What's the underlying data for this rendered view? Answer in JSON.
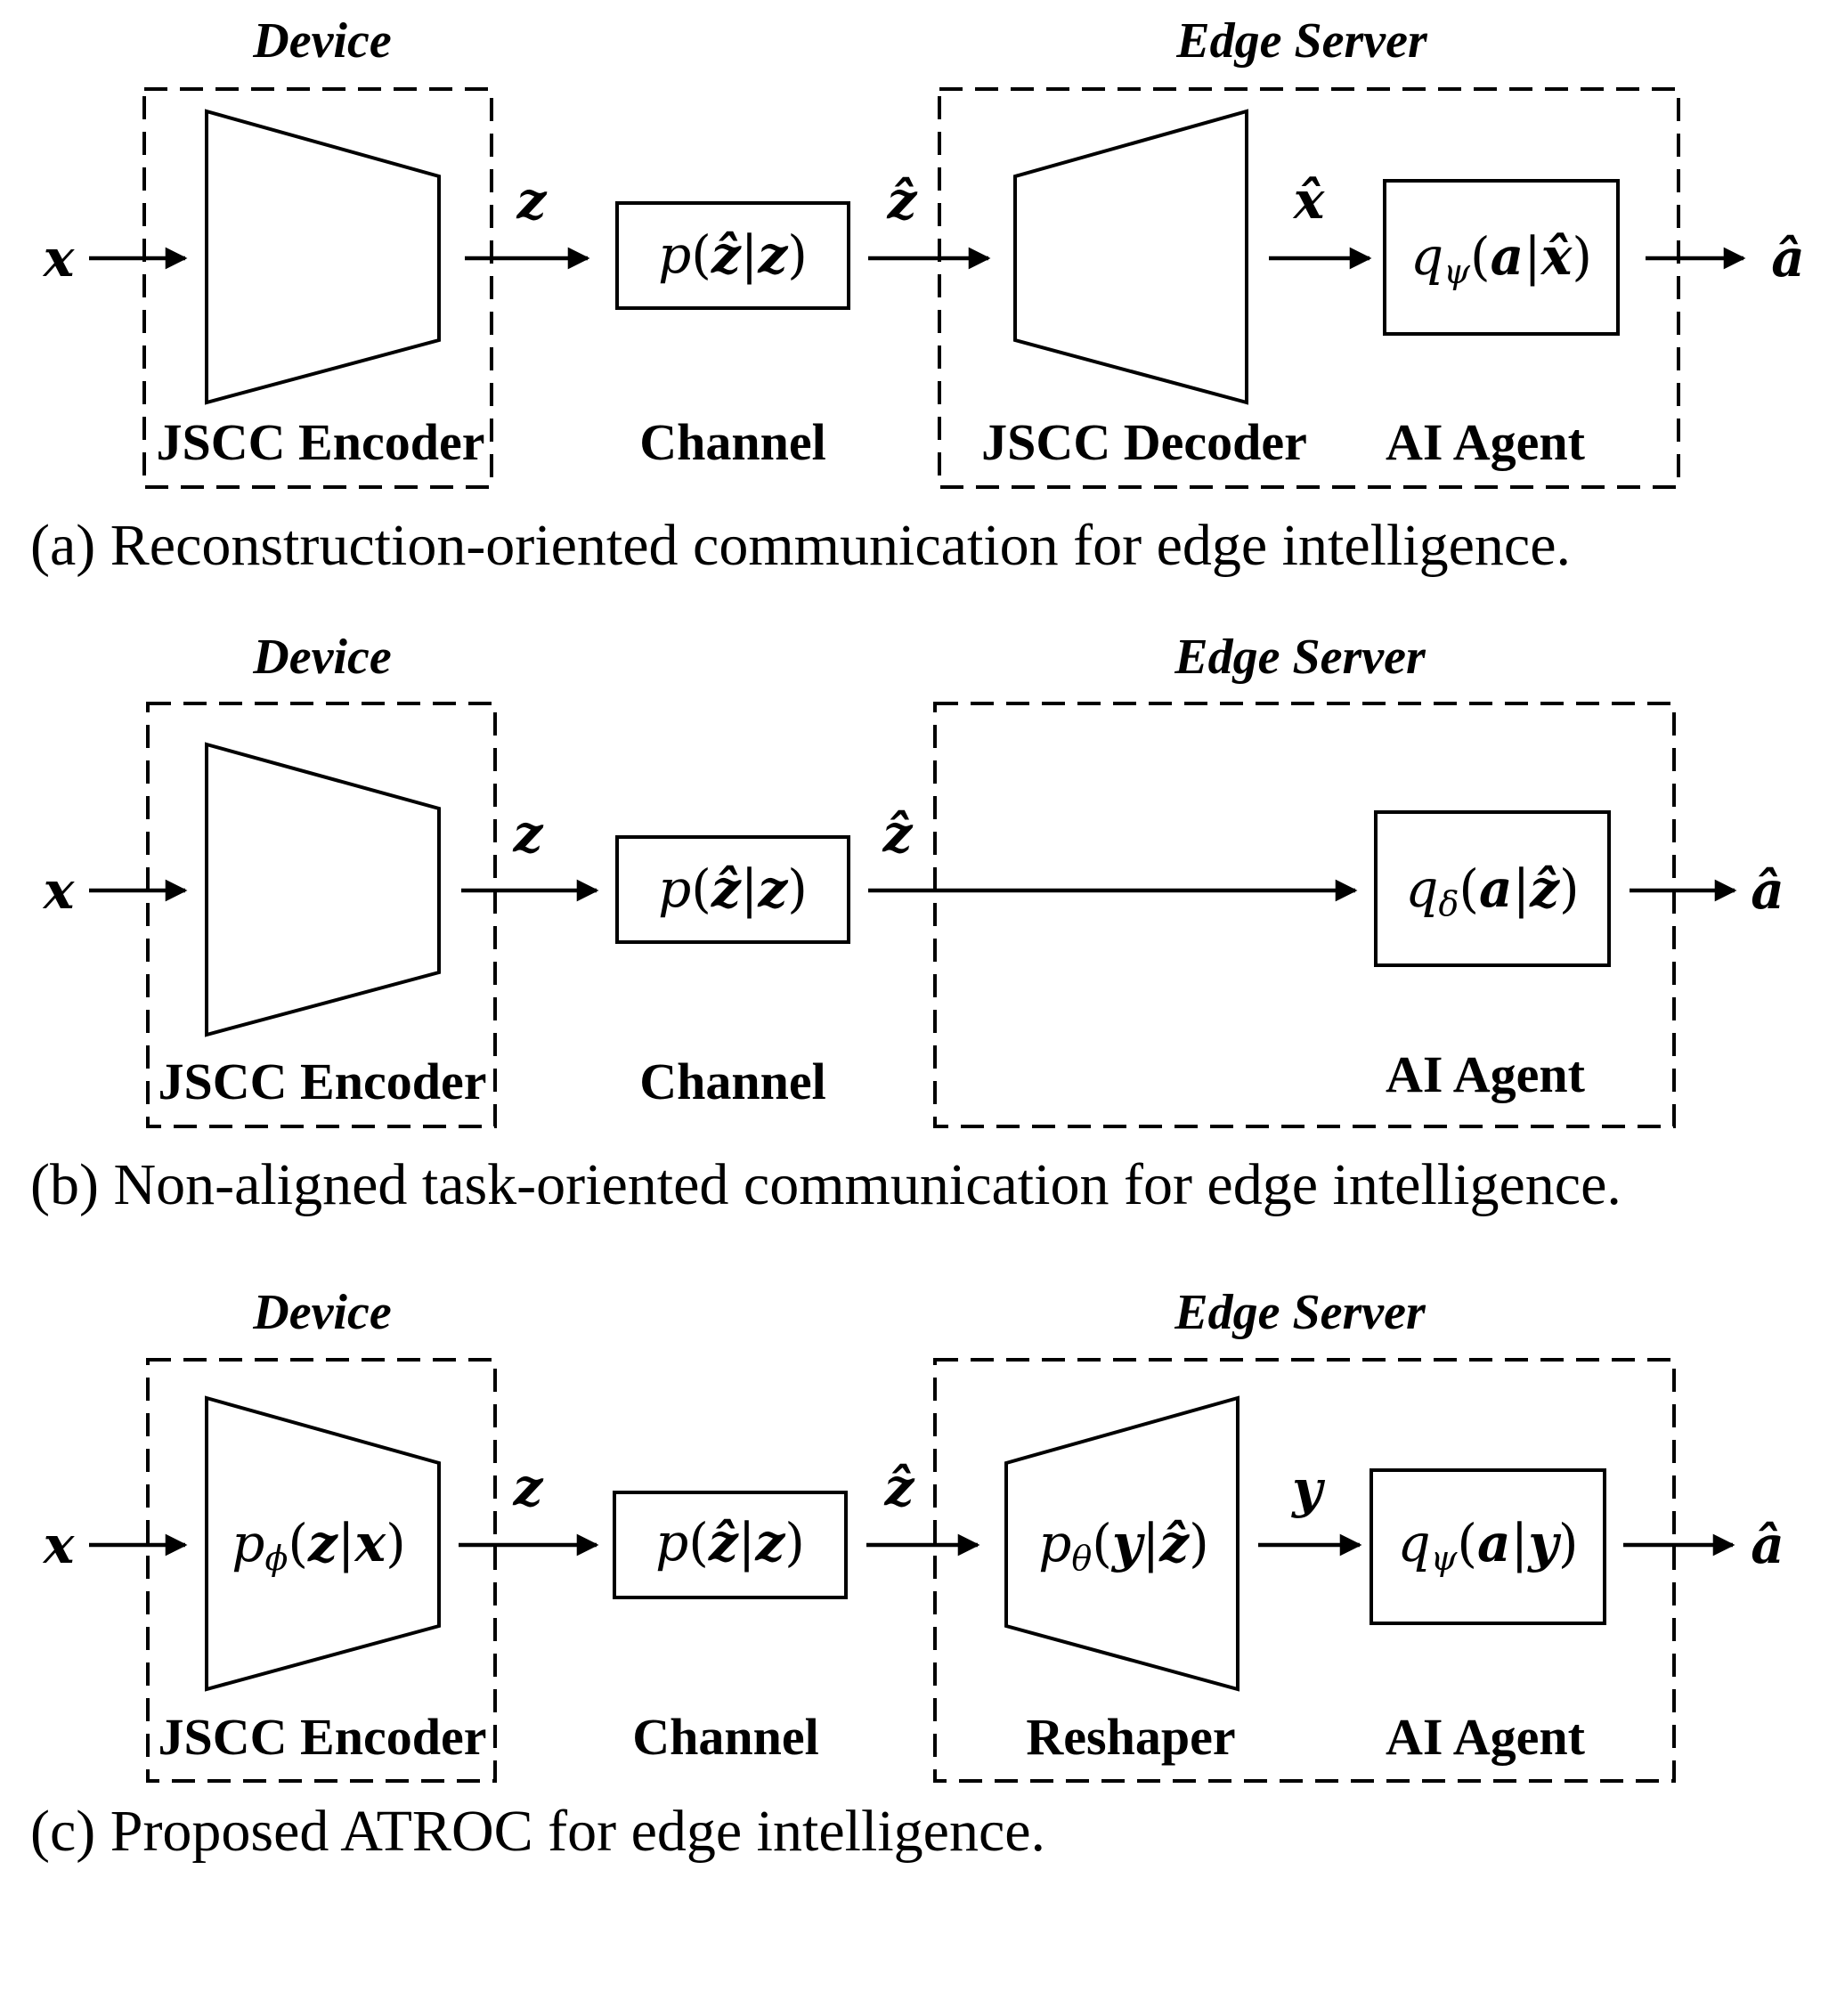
{
  "panel_a": {
    "device_title": "Device",
    "server_title": "Edge Server",
    "input": "x",
    "encoder_label": "JSCC Encoder",
    "enc_out": "z",
    "channel_math": {
      "fn": "p",
      "lhs": "ẑ",
      "rhs": "z"
    },
    "channel_label": "Channel",
    "ch_out": "ẑ",
    "decoder_label": "JSCC Decoder",
    "dec_out": "x̂",
    "agent_math": {
      "fn": "q",
      "sub": "ψ",
      "lhs": "a",
      "rhs": "x̂"
    },
    "agent_label": "AI Agent",
    "output": "â",
    "caption": "(a) Reconstruction-oriented communication for edge intelligence."
  },
  "panel_b": {
    "device_title": "Device",
    "server_title": "Edge Server",
    "input": "x",
    "encoder_label": "JSCC Encoder",
    "enc_out": "z",
    "channel_math": {
      "fn": "p",
      "lhs": "ẑ",
      "rhs": "z"
    },
    "channel_label": "Channel",
    "ch_out": "ẑ",
    "agent_math": {
      "fn": "q",
      "sub": "δ",
      "lhs": "a",
      "rhs": "ẑ"
    },
    "agent_label": "AI Agent",
    "output": "â",
    "caption": "(b) Non-aligned task-oriented communication for edge intelligence."
  },
  "panel_c": {
    "device_title": "Device",
    "server_title": "Edge Server",
    "input": "x",
    "encoder_math": {
      "fn": "p",
      "sub": "ϕ",
      "lhs": "z",
      "rhs": "x"
    },
    "encoder_label": "JSCC Encoder",
    "enc_out": "z",
    "channel_math": {
      "fn": "p",
      "lhs": "ẑ",
      "rhs": "z"
    },
    "channel_label": "Channel",
    "ch_out": "ẑ",
    "reshaper_math": {
      "fn": "p",
      "sub": "θ",
      "lhs": "y",
      "rhs": "ẑ"
    },
    "reshaper_label": "Reshaper",
    "res_out": "y",
    "agent_math": {
      "fn": "q",
      "sub": "ψ",
      "lhs": "a",
      "rhs": "y"
    },
    "agent_label": "AI Agent",
    "output": "â",
    "caption": "(c) Proposed ATROC for edge intelligence."
  },
  "symbols": {
    "open": "(",
    "close": ")",
    "bar": "|"
  }
}
